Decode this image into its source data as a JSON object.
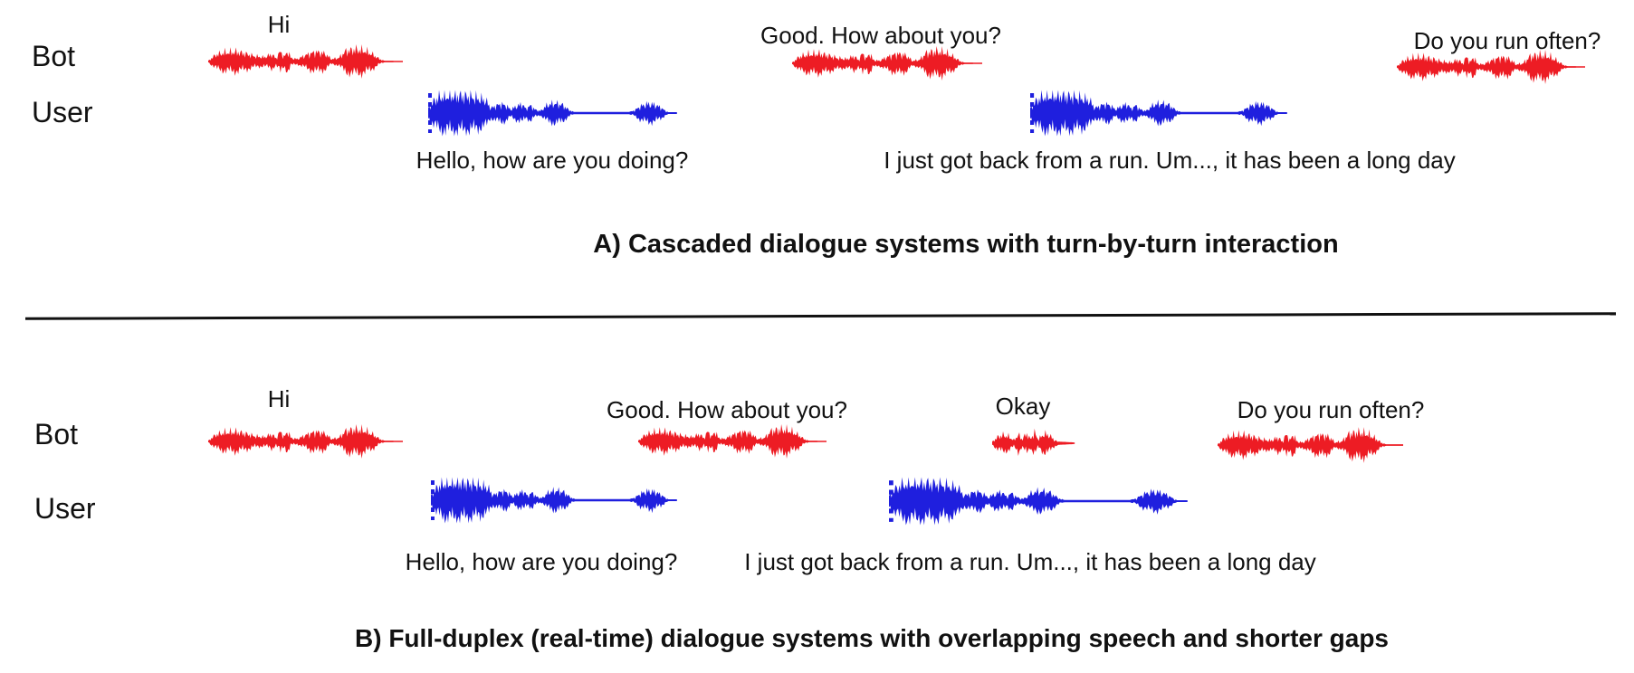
{
  "rows": {
    "bot": "Bot",
    "user": "User"
  },
  "colors": {
    "bot_wave": "#ED1C24",
    "user_wave": "#1F1FDE",
    "text": "#111111",
    "divider": "#111111"
  },
  "panel_a": {
    "caption": "A) Cascaded dialogue systems with turn-by-turn interaction",
    "bot_turns": [
      {
        "label": "Hi"
      },
      {
        "label": "Good. How about you?"
      },
      {
        "label": "Do you run often?"
      }
    ],
    "user_turns": [
      {
        "label": "Hello, how are you doing?"
      },
      {
        "label": "I just got back from a run. Um..., it has been a long day"
      }
    ]
  },
  "panel_b": {
    "caption": "B) Full-duplex (real-time) dialogue systems with overlapping speech and shorter gaps",
    "bot_turns": [
      {
        "label": "Hi"
      },
      {
        "label": "Good. How about you?"
      },
      {
        "label": "Okay"
      },
      {
        "label": "Do you run often?"
      }
    ],
    "user_turns": [
      {
        "label": "Hello, how are you doing?"
      },
      {
        "label": "I just got back from a run. Um..., it has been a long day"
      }
    ]
  }
}
